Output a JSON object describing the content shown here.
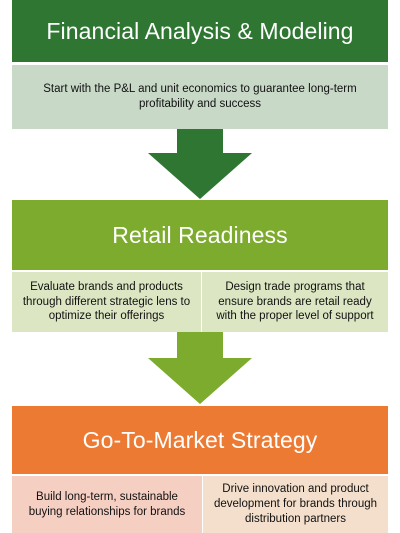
{
  "stages": [
    {
      "title": "Financial Analysis & Modeling",
      "descriptions": [
        "Start with the P&L and unit economics to guarantee long-term profitability and success"
      ]
    },
    {
      "title": "Retail Readiness",
      "descriptions": [
        "Evaluate brands and products through different strategic lens to optimize their offerings",
        "Design trade programs that ensure brands are retail ready with the proper level of support"
      ]
    },
    {
      "title": "Go-To-Market Strategy",
      "descriptions": [
        "Build long-term, sustainable buying relationships for brands",
        "Drive innovation and product development for brands through distribution partners"
      ]
    }
  ],
  "colors": {
    "stage1": "#2e7632",
    "stage2": "#7dab2e",
    "stage3": "#ed7a33",
    "arrow1": "#2e7632",
    "arrow2": "#7dab2e"
  }
}
